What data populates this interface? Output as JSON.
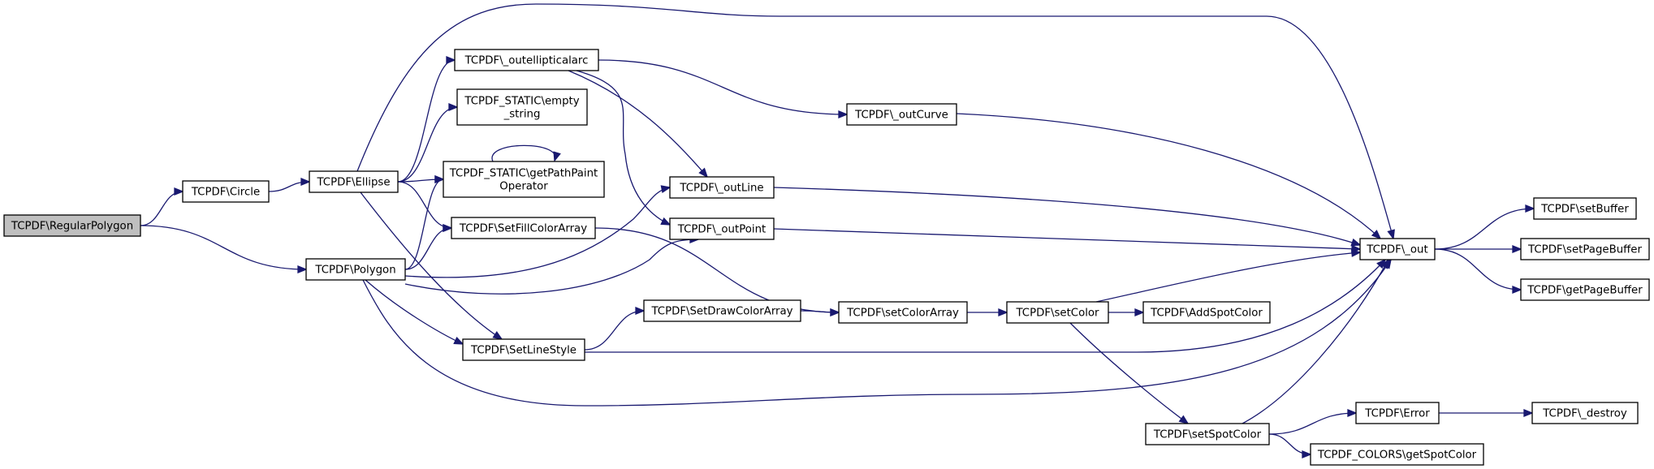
{
  "nodes": [
    {
      "id": "regularpolygon",
      "lines": [
        "TCPDF\\RegularPolygon"
      ],
      "root": true
    },
    {
      "id": "circle",
      "lines": [
        "TCPDF\\Circle"
      ]
    },
    {
      "id": "polygon",
      "lines": [
        "TCPDF\\Polygon"
      ]
    },
    {
      "id": "ellipse",
      "lines": [
        "TCPDF\\Ellipse"
      ]
    },
    {
      "id": "outellipticalarc",
      "lines": [
        "TCPDF\\_outellipticalarc"
      ]
    },
    {
      "id": "empty_string",
      "lines": [
        "TCPDF_STATIC\\empty",
        "_string"
      ]
    },
    {
      "id": "getpathpaintoperator",
      "lines": [
        "TCPDF_STATIC\\getPathPaint",
        "Operator"
      ]
    },
    {
      "id": "setfillcolorarray",
      "lines": [
        "TCPDF\\SetFillColorArray"
      ]
    },
    {
      "id": "setlinestyle",
      "lines": [
        "TCPDF\\SetLineStyle"
      ]
    },
    {
      "id": "outcurve",
      "lines": [
        "TCPDF\\_outCurve"
      ]
    },
    {
      "id": "outline",
      "lines": [
        "TCPDF\\_outLine"
      ]
    },
    {
      "id": "outpoint",
      "lines": [
        "TCPDF\\_outPoint"
      ]
    },
    {
      "id": "setdrawcolorarray",
      "lines": [
        "TCPDF\\SetDrawColorArray"
      ]
    },
    {
      "id": "setcolorarray",
      "lines": [
        "TCPDF\\setColorArray"
      ]
    },
    {
      "id": "setcolor",
      "lines": [
        "TCPDF\\setColor"
      ]
    },
    {
      "id": "addspotcolor",
      "lines": [
        "TCPDF\\AddSpotColor"
      ]
    },
    {
      "id": "setspotcolor",
      "lines": [
        "TCPDF\\setSpotColor"
      ]
    },
    {
      "id": "out",
      "lines": [
        "TCPDF\\_out"
      ]
    },
    {
      "id": "setbuffer",
      "lines": [
        "TCPDF\\setBuffer"
      ]
    },
    {
      "id": "setpagebuffer",
      "lines": [
        "TCPDF\\setPageBuffer"
      ]
    },
    {
      "id": "getpagebuffer",
      "lines": [
        "TCPDF\\getPageBuffer"
      ]
    },
    {
      "id": "error",
      "lines": [
        "TCPDF\\Error"
      ]
    },
    {
      "id": "destroy",
      "lines": [
        "TCPDF\\_destroy"
      ]
    },
    {
      "id": "getspotcolor",
      "lines": [
        "TCPDF_COLORS\\getSpotColor"
      ]
    }
  ],
  "edges": [
    [
      "regularpolygon",
      "circle"
    ],
    [
      "regularpolygon",
      "polygon"
    ],
    [
      "circle",
      "ellipse"
    ],
    [
      "ellipse",
      "out"
    ],
    [
      "ellipse",
      "outellipticalarc"
    ],
    [
      "ellipse",
      "empty_string"
    ],
    [
      "ellipse",
      "getpathpaintoperator"
    ],
    [
      "ellipse",
      "setfillcolorarray"
    ],
    [
      "ellipse",
      "setlinestyle"
    ],
    [
      "getpathpaintoperator",
      "getpathpaintoperator"
    ],
    [
      "outellipticalarc",
      "outcurve"
    ],
    [
      "outellipticalarc",
      "outline"
    ],
    [
      "outellipticalarc",
      "outpoint"
    ],
    [
      "outcurve",
      "out"
    ],
    [
      "outline",
      "out"
    ],
    [
      "outpoint",
      "out"
    ],
    [
      "polygon",
      "getpathpaintoperator"
    ],
    [
      "polygon",
      "setfillcolorarray"
    ],
    [
      "polygon",
      "outline"
    ],
    [
      "polygon",
      "outpoint"
    ],
    [
      "polygon",
      "setlinestyle"
    ],
    [
      "polygon",
      "out"
    ],
    [
      "setfillcolorarray",
      "setcolorarray"
    ],
    [
      "setlinestyle",
      "setdrawcolorarray"
    ],
    [
      "setlinestyle",
      "out"
    ],
    [
      "setdrawcolorarray",
      "setcolorarray"
    ],
    [
      "setcolorarray",
      "setcolor"
    ],
    [
      "setcolor",
      "out"
    ],
    [
      "setcolor",
      "addspotcolor"
    ],
    [
      "setcolor",
      "setspotcolor"
    ],
    [
      "setspotcolor",
      "out"
    ],
    [
      "setspotcolor",
      "error"
    ],
    [
      "setspotcolor",
      "getspotcolor"
    ],
    [
      "error",
      "destroy"
    ],
    [
      "out",
      "setbuffer"
    ],
    [
      "out",
      "setpagebuffer"
    ],
    [
      "out",
      "getpagebuffer"
    ]
  ],
  "colors": {
    "edge": "#191970",
    "root_fill": "#bfbfbf",
    "node_fill": "#ffffff",
    "node_stroke": "#000000"
  }
}
